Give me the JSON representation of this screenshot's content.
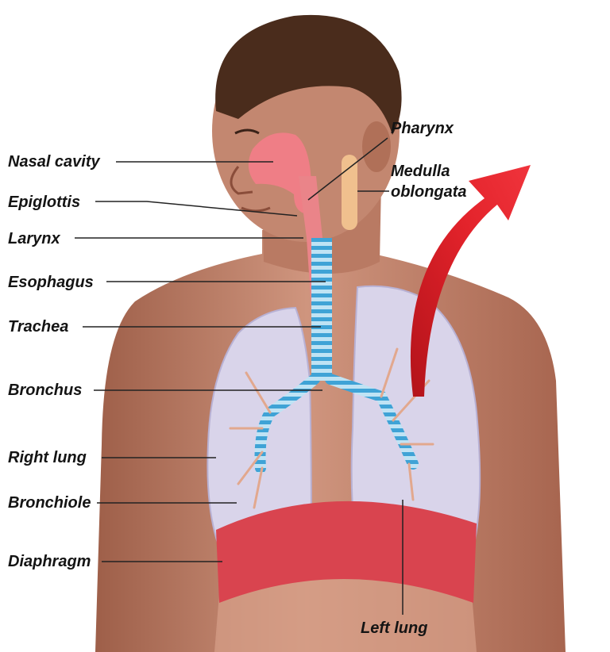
{
  "labels": {
    "nasal_cavity": "Nasal cavity",
    "epiglottis": "Epiglottis",
    "larynx": "Larynx",
    "esophagus": "Esophagus",
    "trachea": "Trachea",
    "bronchus": "Bronchus",
    "right_lung": "Right lung",
    "bronchiole": "Bronchiole",
    "diaphragm": "Diaphragm",
    "pharynx": "Pharynx",
    "medulla_line1": "Medulla",
    "medulla_line2": "oblongata",
    "left_lung": "Left lung"
  },
  "colors": {
    "skin": "#c98d76",
    "skin_dark": "#a8674f",
    "hair": "#4a2c1c",
    "lung": "#d9d4ea",
    "airway": "#e7757e",
    "trachea_rings": "#4aa8d8",
    "diaphragm": "#d9444f",
    "medulla": "#f0c08e",
    "arrow": "#e01f27",
    "leader_line": "#222222"
  }
}
